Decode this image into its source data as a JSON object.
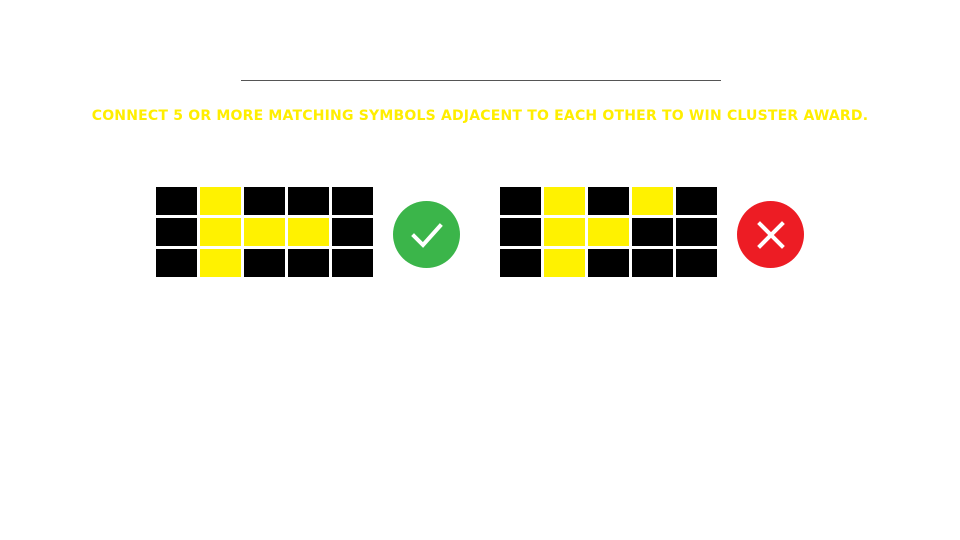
{
  "colors": {
    "accent": "#ffee00",
    "cell_off": "#000000",
    "cell_on": "#fff200",
    "valid": "#3bb54a",
    "invalid": "#ed1c24",
    "mark": "#ffffff"
  },
  "instruction": "CONNECT 5 OR MORE MATCHING SYMBOLS ADJACENT TO EACH OTHER TO WIN CLUSTER AWARD.",
  "examples": [
    {
      "result": "valid",
      "icon": "checkmark-icon",
      "grid": [
        [
          0,
          1,
          0,
          0,
          0
        ],
        [
          0,
          1,
          1,
          1,
          0
        ],
        [
          0,
          1,
          0,
          0,
          0
        ]
      ]
    },
    {
      "result": "invalid",
      "icon": "cross-icon",
      "grid": [
        [
          0,
          1,
          0,
          1,
          0
        ],
        [
          0,
          1,
          1,
          0,
          0
        ],
        [
          0,
          1,
          0,
          0,
          0
        ]
      ]
    }
  ]
}
